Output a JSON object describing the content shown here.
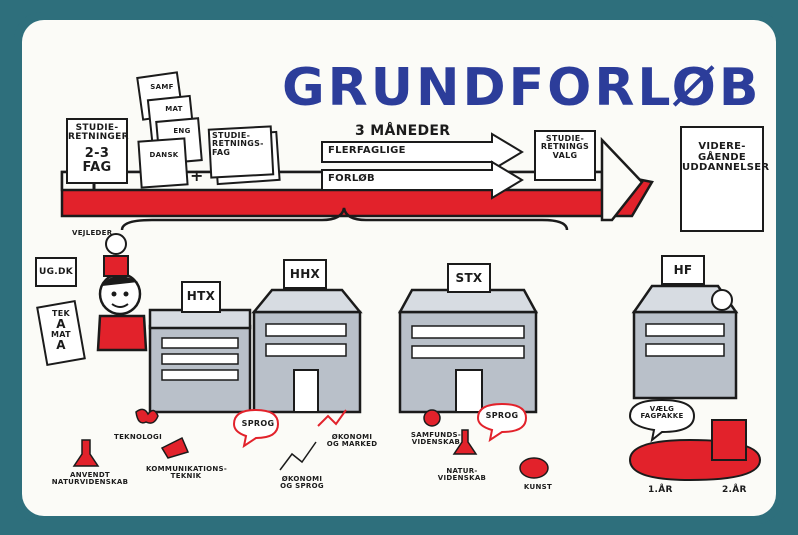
{
  "title": "GRUNDFORLØB",
  "subtitle": "3 MÅNEDER",
  "top": {
    "studieretninger": {
      "line1": "STUDIE-",
      "line2": "RETNINGER",
      "line3": "2-3 FAG"
    },
    "books": [
      "SAMF",
      "MAT",
      "ENG",
      "DANSK"
    ],
    "plus": "+",
    "studieretningsfag": {
      "line1": "STUDIE-",
      "line2": "RETNINGS-",
      "line3": "FAG"
    },
    "arrow1": "FLERFAGLIGE",
    "arrow2": "FORLØB",
    "valg": {
      "line1": "STUDIE-",
      "line2": "RETNINGS",
      "line3": "VALG"
    },
    "videregaende": {
      "line1": "VIDERE-",
      "line2": "GÅENDE",
      "line3": "UDDANNELSER"
    }
  },
  "left": {
    "vejleder": "VEJLEDER",
    "ugdk": "UG.DK",
    "paper": [
      "TEK",
      "A",
      "MAT",
      "A"
    ]
  },
  "schools": [
    {
      "name": "HTX"
    },
    {
      "name": "HHX"
    },
    {
      "name": "STX"
    },
    {
      "name": "HF"
    }
  ],
  "htx_items": {
    "teknologi": "TEKNOLOGI",
    "anvendt": "ANVENDT",
    "naturvidenskab": "NATURVIDENSKAB",
    "komm1": "KOMMUNIKATIONS-",
    "komm2": "TEKNIK"
  },
  "hhx_items": {
    "sprog": "SPROG",
    "okonomi_marked1": "ØKONOMI",
    "okonomi_marked2": "OG MARKED",
    "okonomi_sprog1": "ØKONOMI",
    "okonomi_sprog2": "OG SPROG"
  },
  "stx_items": {
    "samf1": "SAMFUNDS-",
    "samf2": "VIDENSKAB",
    "sprog": "SPROG",
    "natur1": "NATUR-",
    "natur2": "VIDENSKAB",
    "kunst": "KUNST"
  },
  "hf_items": {
    "vaelg1": "VÆLG",
    "vaelg2": "FAGPAKKE",
    "year1": "1.ÅR",
    "year2": "2.ÅR"
  },
  "colors": {
    "frame": "#2e6f7c",
    "title": "#2c3d9a",
    "accent": "#e2222b"
  }
}
